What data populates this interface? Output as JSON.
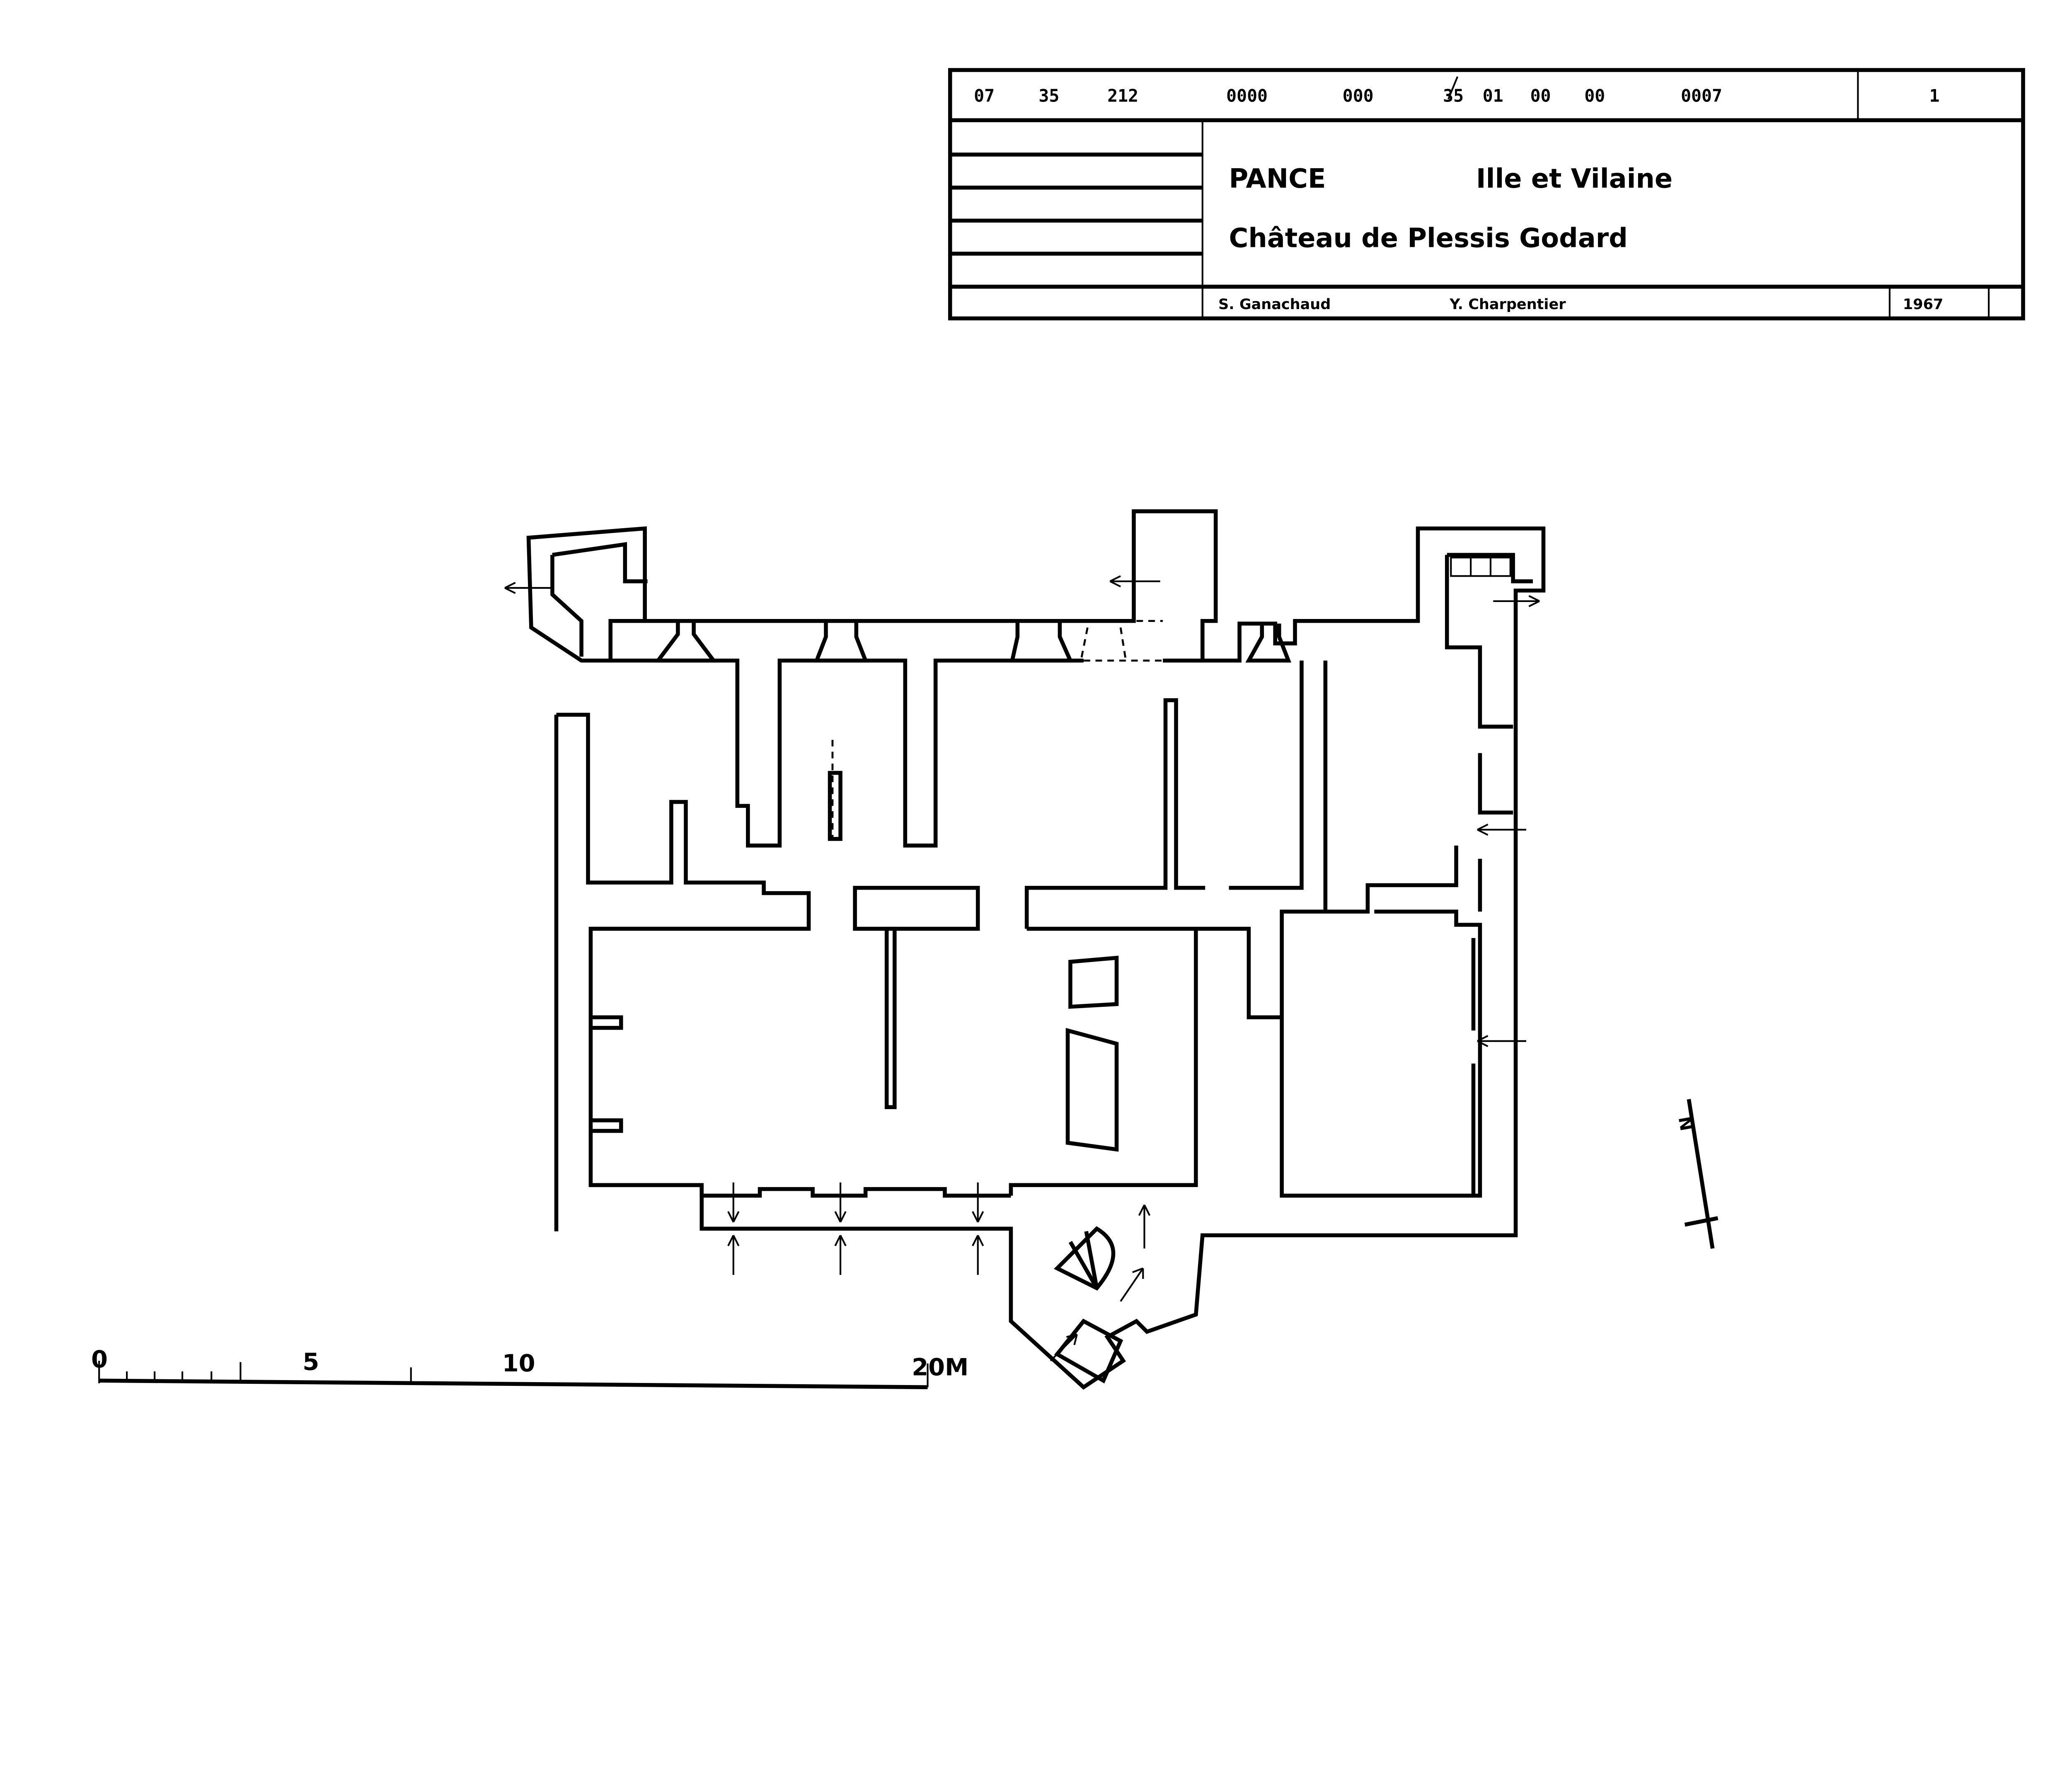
{
  "title_block": {
    "code_groups": [
      "07",
      "35",
      "212",
      "0000",
      "000",
      "35",
      "01",
      "00",
      "00",
      "0007"
    ],
    "sheet_number": "1",
    "commune": "PANCE",
    "department": "Ille et Vilaine",
    "monument": "Château de Plessis Godard",
    "author_1": "S. Ganachaud",
    "author_2": "Y. Charpentier",
    "year": "1967"
  },
  "scale_bar": {
    "labels": [
      "0",
      "5",
      "10",
      "20M"
    ],
    "unit": "M",
    "max_value": 20
  },
  "north_arrow": {
    "label": "N"
  },
  "colors": {
    "ink": "#000000",
    "paper": "#ffffff"
  }
}
